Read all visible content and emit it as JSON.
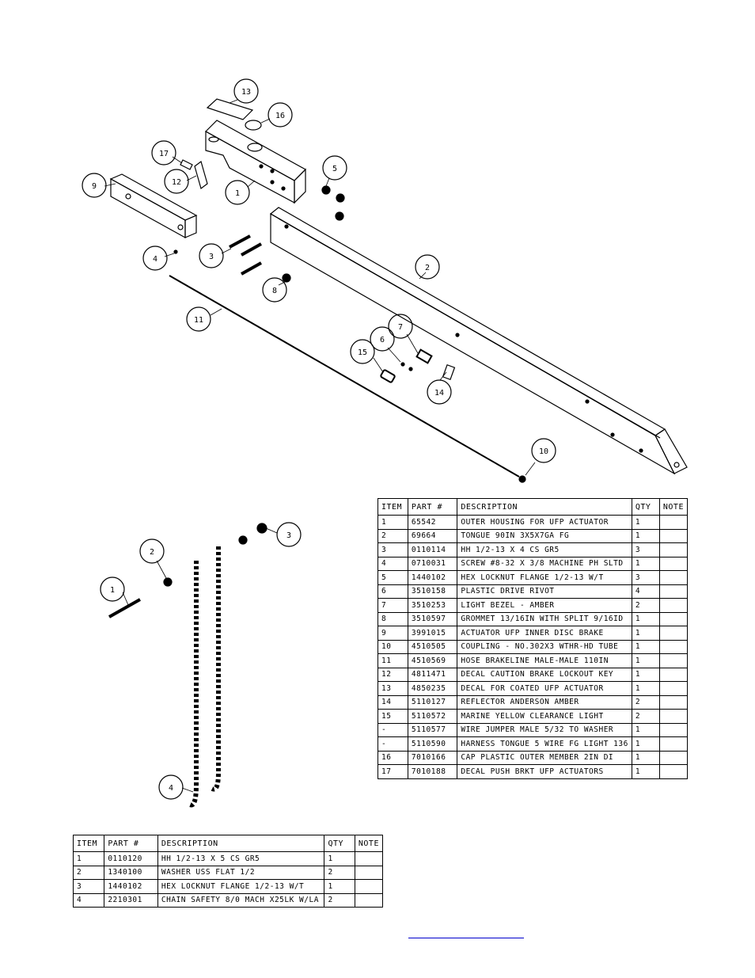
{
  "main_table": {
    "headers": [
      "ITEM",
      "PART #",
      "DESCRIPTION",
      "QTY",
      "NOTE"
    ],
    "rows": [
      [
        "1",
        "65542",
        "OUTER HOUSING FOR UFP ACTUATOR",
        "1",
        ""
      ],
      [
        "2",
        "69664",
        "TONGUE 90IN 3X5X7GA FG",
        "1",
        ""
      ],
      [
        "3",
        "0110114",
        "HH 1/2-13 X 4 CS GR5",
        "3",
        ""
      ],
      [
        "4",
        "0710031",
        "SCREW #8-32 X 3/8 MACHINE PH SLTD",
        "1",
        ""
      ],
      [
        "5",
        "1440102",
        "HEX LOCKNUT FLANGE 1/2-13 W/T",
        "3",
        ""
      ],
      [
        "6",
        "3510158",
        "PLASTIC DRIVE RIVOT",
        "4",
        ""
      ],
      [
        "7",
        "3510253",
        "LIGHT BEZEL - AMBER",
        "2",
        ""
      ],
      [
        "8",
        "3510597",
        "GROMMET 13/16IN WITH SPLIT 9/16ID",
        "1",
        ""
      ],
      [
        "9",
        "3991015",
        "ACTUATOR UFP INNER DISC BRAKE",
        "1",
        ""
      ],
      [
        "10",
        "4510505",
        "COUPLING - NO.302X3 WTHR-HD TUBE",
        "1",
        ""
      ],
      [
        "11",
        "4510569",
        "HOSE BRAKELINE MALE-MALE 110IN",
        "1",
        ""
      ],
      [
        "12",
        "4811471",
        "DECAL CAUTION BRAKE LOCKOUT KEY",
        "1",
        ""
      ],
      [
        "13",
        "4850235",
        "DECAL FOR COATED UFP ACTUATOR",
        "1",
        ""
      ],
      [
        "14",
        "5110127",
        "REFLECTOR ANDERSON AMBER",
        "2",
        ""
      ],
      [
        "15",
        "5110572",
        "MARINE YELLOW CLEARANCE LIGHT",
        "2",
        ""
      ],
      [
        "-",
        "5110577",
        "WIRE JUMPER MALE 5/32 TO WASHER",
        "1",
        ""
      ],
      [
        "-",
        "5110590",
        "HARNESS TONGUE 5 WIRE FG LIGHT 136",
        "1",
        ""
      ],
      [
        "16",
        "7010166",
        "CAP PLASTIC OUTER MEMBER 2IN DI",
        "1",
        ""
      ],
      [
        "17",
        "7010188",
        "DECAL PUSH BRKT UFP ACTUATORS",
        "1",
        ""
      ]
    ]
  },
  "chain_table": {
    "headers": [
      "ITEM",
      "PART #",
      "DESCRIPTION",
      "QTY",
      "NOTE"
    ],
    "rows": [
      [
        "1",
        "0110120",
        "HH 1/2-13 X 5 CS GR5",
        "1",
        ""
      ],
      [
        "2",
        "1340100",
        "WASHER USS FLAT 1/2",
        "2",
        ""
      ],
      [
        "3",
        "1440102",
        "HEX LOCKNUT FLANGE 1/2-13 W/T",
        "1",
        ""
      ],
      [
        "4",
        "2210301",
        "CHAIN SAFETY 8/0 MACH X25LK W/LA",
        "2",
        ""
      ]
    ]
  },
  "callouts_top": [
    "13",
    "16",
    "17",
    "12",
    "1",
    "9",
    "5",
    "4",
    "3",
    "8",
    "2",
    "11",
    "7",
    "6",
    "15",
    "14",
    "10"
  ],
  "callouts_chain": [
    "1",
    "2",
    "3",
    "4"
  ],
  "colors": {
    "line": "#000000",
    "link": "#0000cc"
  }
}
